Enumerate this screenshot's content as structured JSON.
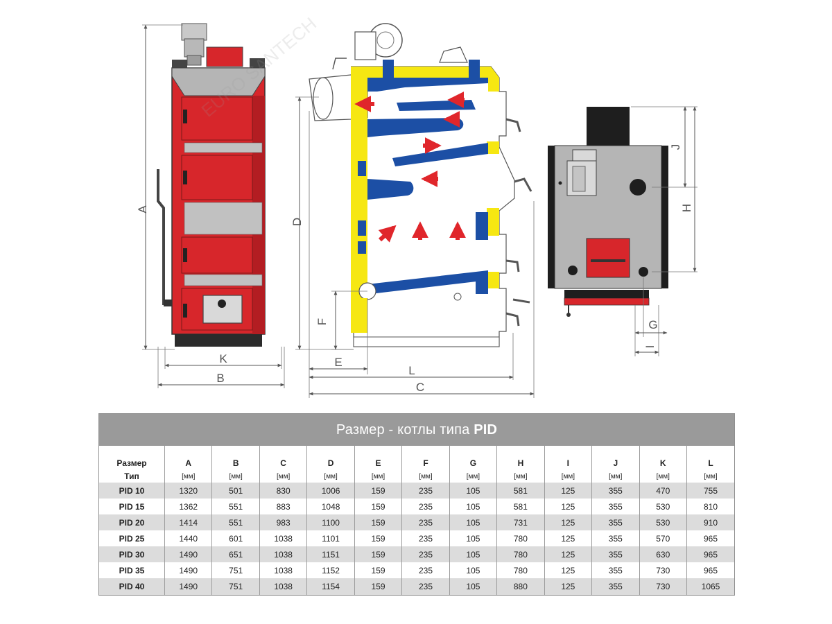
{
  "dimension_letters": [
    "A",
    "B",
    "K",
    "D",
    "F",
    "E",
    "L",
    "C",
    "J",
    "H",
    "G",
    "I"
  ],
  "watermark": "EURO SANTECH",
  "colors": {
    "boiler_red": "#d7262b",
    "water_yellow": "#f6e712",
    "heat_blue": "#1c4fa5",
    "steel_grey": "#b5b5b5",
    "table_header": "#9a9a9a",
    "row_alt": "#dcdcdc"
  },
  "table": {
    "title_prefix": "Размер - котлы типа ",
    "title_bold": "PID",
    "corner_top": "Размер",
    "corner_bottom": "Тип",
    "columns": [
      "A",
      "B",
      "C",
      "D",
      "E",
      "F",
      "G",
      "H",
      "I",
      "J",
      "K",
      "L"
    ],
    "unit": "[мм]",
    "rows": [
      {
        "type": "PID 10",
        "values": [
          "1320",
          "501",
          "830",
          "1006",
          "159",
          "235",
          "105",
          "581",
          "125",
          "355",
          "470",
          "755"
        ]
      },
      {
        "type": "PID 15",
        "values": [
          "1362",
          "551",
          "883",
          "1048",
          "159",
          "235",
          "105",
          "581",
          "125",
          "355",
          "530",
          "810"
        ]
      },
      {
        "type": "PID 20",
        "values": [
          "1414",
          "551",
          "983",
          "1100",
          "159",
          "235",
          "105",
          "731",
          "125",
          "355",
          "530",
          "910"
        ]
      },
      {
        "type": "PID 25",
        "values": [
          "1440",
          "601",
          "1038",
          "1101",
          "159",
          "235",
          "105",
          "780",
          "125",
          "355",
          "570",
          "965"
        ]
      },
      {
        "type": "PID 30",
        "values": [
          "1490",
          "651",
          "1038",
          "1151",
          "159",
          "235",
          "105",
          "780",
          "125",
          "355",
          "630",
          "965"
        ]
      },
      {
        "type": "PID 35",
        "values": [
          "1490",
          "751",
          "1038",
          "1152",
          "159",
          "235",
          "105",
          "780",
          "125",
          "355",
          "730",
          "965"
        ]
      },
      {
        "type": "PID 40",
        "values": [
          "1490",
          "751",
          "1038",
          "1154",
          "159",
          "235",
          "105",
          "880",
          "125",
          "355",
          "730",
          "1065"
        ]
      }
    ]
  }
}
